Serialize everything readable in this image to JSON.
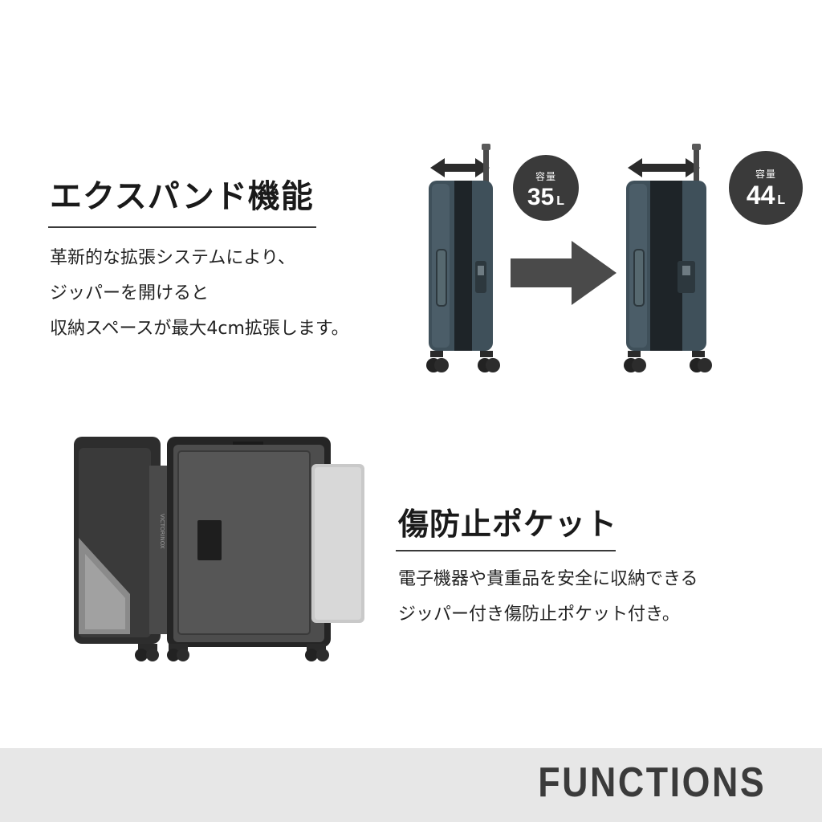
{
  "expand": {
    "title": "エクスパンド機能",
    "lines": [
      "革新的な拡張システムにより、",
      "ジッパーを開けると",
      "収納スペースが最大4cm拡張します。"
    ],
    "before": {
      "label": "容量",
      "value": "35",
      "unit": "L"
    },
    "after": {
      "label": "容量",
      "value": "44",
      "unit": "L"
    }
  },
  "pocket": {
    "title": "傷防止ポケット",
    "lines": [
      "電子機器や貴重品を安全に収納できる",
      "ジッパー付き傷防止ポケット付き。"
    ],
    "brand_mark": "VICTORINOX"
  },
  "footer": {
    "label": "FUNCTIONS"
  },
  "colors": {
    "shell": "#3f505a",
    "badge": "#3a3a3a",
    "arrow": "#4a4a4a",
    "footer_bg": "#e7e7e7"
  }
}
